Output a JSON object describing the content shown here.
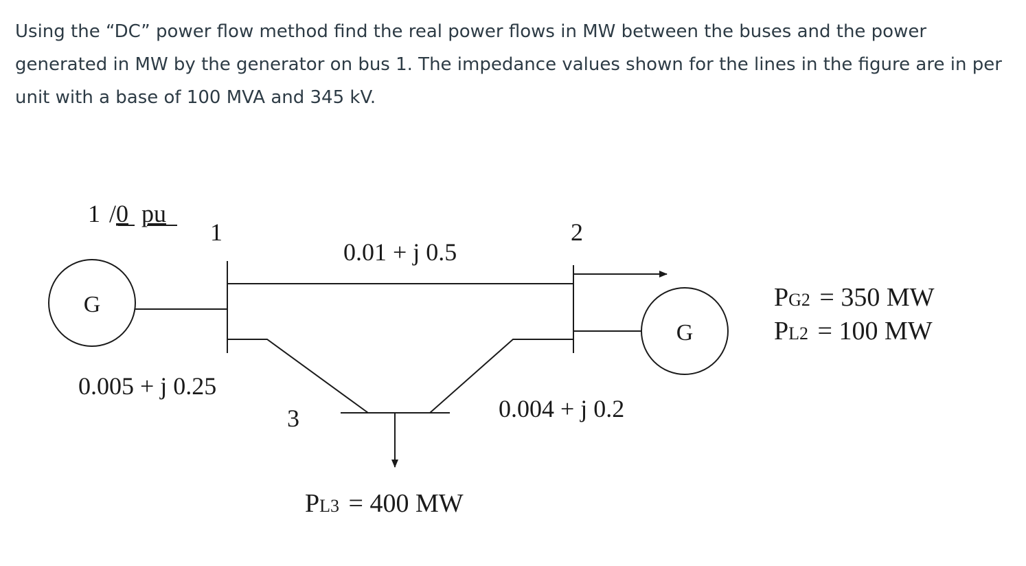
{
  "question": {
    "text": "Using the “DC” power flow method find the real power flows in MW between the buses and the power generated in MW by the generator on bus 1. The impedance values shown for the lines in the figure are in per unit with a base of 100 MVA and 345 kV."
  },
  "diagram": {
    "bus1": {
      "voltage_magnitude": "1",
      "voltage_angle": "0",
      "voltage_unit": "pu",
      "label": "1",
      "generator_symbol": "G"
    },
    "bus2": {
      "label": "2",
      "generator_symbol": "G",
      "pg": {
        "symbol": "P",
        "subscript": "G2",
        "value": "= 350 MW"
      },
      "pl": {
        "symbol": "P",
        "subscript": "L2",
        "value": "= 100 MW"
      }
    },
    "bus3": {
      "label": "3",
      "pl": {
        "symbol": "P",
        "subscript": "L3",
        "value": "= 400 MW"
      }
    },
    "lines": {
      "line_1_2": "0.01 + j 0.5",
      "line_1_3": "0.005 + j 0.25",
      "line_2_3": "0.004 + j 0.2"
    }
  }
}
